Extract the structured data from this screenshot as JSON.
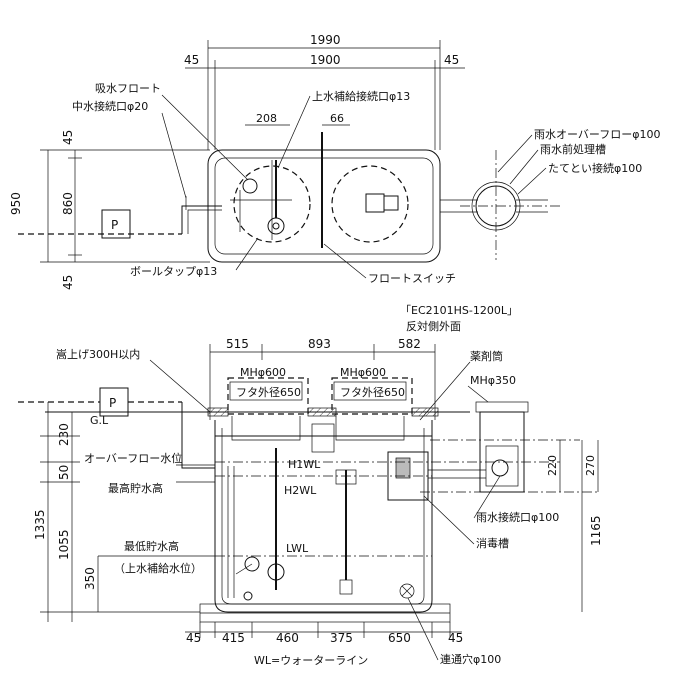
{
  "plan_view": {
    "dims": {
      "overall": "1990",
      "inner": "1900",
      "edge_left": "45",
      "edge_right": "45",
      "d208": "208",
      "d66": "66",
      "height_total": "950",
      "height_inner": "860",
      "height_top": "45",
      "height_bottom": "45"
    },
    "labels": {
      "suction_float": "吸水フロート",
      "mid_water_port": "中水接続口φ20",
      "top_supply_port": "上水補給接続口φ13",
      "ball_tap": "ボールタップφ13",
      "float_switch": "フロートスイッチ",
      "overflow": "雨水オーバーフローφ100",
      "pretreatment": "雨水前処理槽",
      "downspout": "たてとい接続φ100",
      "pump": "P"
    }
  },
  "section_view": {
    "dims": {
      "w515": "515",
      "w893": "893",
      "w582": "582",
      "h230": "230",
      "h50": "50",
      "h1335": "1335",
      "h1055": "1055",
      "h350": "350",
      "h220": "220",
      "h270": "270",
      "h1165": "1165",
      "b45a": "45",
      "b415": "415",
      "b460": "460",
      "b375": "375",
      "b650": "650",
      "b45b": "45"
    },
    "labels": {
      "model": "「EC2101HS-1200L」",
      "model_sub": "反対側外面",
      "raise_limit": "嵩上げ300H以内",
      "mh600_a": "MHφ600",
      "mh600_b": "MHφ600",
      "lid650_a": "フタ外径650",
      "lid650_b": "フタ外径650",
      "chemical_tube": "薬剤筒",
      "mh350": "MHφ350",
      "gl": "G.L",
      "overflow_level": "オーバーフロー水位",
      "max_level": "最高貯水高",
      "h1wl": "H1WL",
      "h2wl": "H2WL",
      "lwl": "LWL",
      "min_level": "最低貯水高",
      "min_level_sub": "（上水補給水位）",
      "rain_port": "雨水接続口φ100",
      "disinfect": "消毒槽",
      "vent": "連通穴φ100",
      "wl_note": "WL=ウォーターライン",
      "pump": "P"
    }
  }
}
